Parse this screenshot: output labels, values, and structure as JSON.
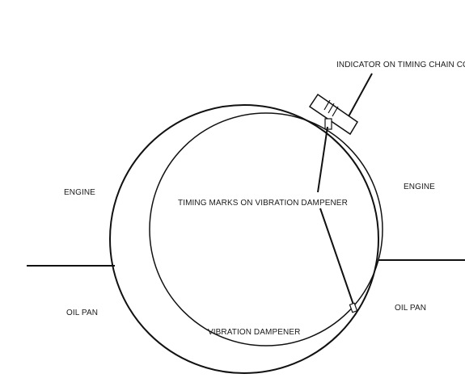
{
  "labels": {
    "indicator": "INDICATOR  ON TIMING CHAIN COVER",
    "engine_left": "ENGINE",
    "engine_right": "ENGINE",
    "timing_marks": "TIMING MARKS ON VIBRATION DAMPENER",
    "oil_pan_left": "OIL PAN",
    "oil_pan_right": "OIL PAN",
    "vibration_dampener": "VIBRATION DAMPENER"
  }
}
